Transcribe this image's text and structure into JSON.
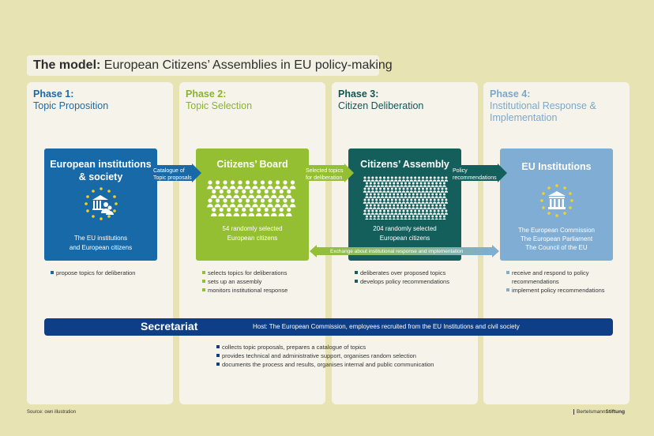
{
  "title": {
    "bold": "The model:",
    "rest": " European Citizens’ Assemblies in EU policy-making"
  },
  "phases": [
    {
      "num": "Phase 1:",
      "name": "Topic Proposition",
      "color": "#1a69a8"
    },
    {
      "num": "Phase 2:",
      "name": "Topic Selection",
      "color": "#8bb32c"
    },
    {
      "num": "Phase 3:",
      "name": "Citizen Deliberation",
      "color": "#0f5656"
    },
    {
      "num": "Phase 4:",
      "name": "Institutional Response & Implementation",
      "color": "#7ba7cc"
    }
  ],
  "cards": [
    {
      "title": "European institutions & society",
      "sub1": "The EU institutions",
      "sub2": "and European citizens",
      "color": "#1769a8"
    },
    {
      "title": "Citizens’ Board",
      "sub1": "54 randomly selected",
      "sub2": "European citizens",
      "color": "#94bf32"
    },
    {
      "title": "Citizens’ Assembly",
      "sub1": "204 randomly selected",
      "sub2": "European citizens",
      "color": "#145f5c"
    },
    {
      "title": "EU Institutions",
      "sub1": "The European Commission",
      "sub2": "The European Parliament",
      "sub3": "The Council of the EU",
      "color": "#7fadd4"
    }
  ],
  "arrows": {
    "a1": "Catalogue of Topic proposals",
    "a2": "Selected topics for deliberation",
    "a3": "Policy recommendations",
    "exchange": "Exchange about institutional response and implementation"
  },
  "bullets": {
    "p1": [
      "propose topics for deliberation"
    ],
    "p2": [
      "selects topics for deliberations",
      "sets up an assembly",
      "monitors institutional response"
    ],
    "p3": [
      "deliberates over proposed topics",
      "develops policy recommendations"
    ],
    "p4": [
      "receive and respond to policy recommendations",
      "implement policy recommendations"
    ]
  },
  "secretariat": {
    "title": "Secretariat",
    "host": "Host: The European Commission, employees recruited from the EU Institutions and civil society",
    "items": [
      "collects topic proposals, prepares a catalogue of topics",
      "provides technical and administrative support, organises random selection",
      "documents the process and results, organises internal and public communication"
    ]
  },
  "footer": {
    "source": "Source: own illustration",
    "brand_a": "Bertelsmann",
    "brand_b": "Stiftung"
  }
}
